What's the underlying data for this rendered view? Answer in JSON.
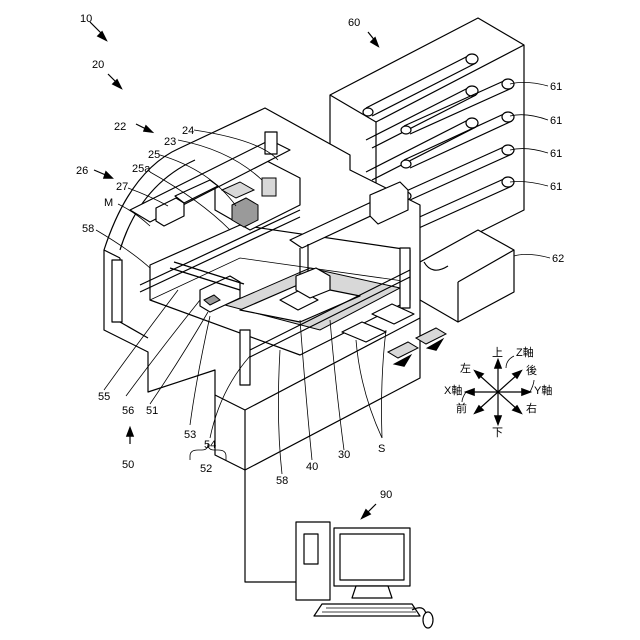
{
  "labels": {
    "system": "10",
    "apparatus": "20",
    "unit22": "22",
    "part23": "23",
    "part24": "24",
    "part25": "25",
    "part25a": "25a",
    "part26": "26",
    "part27": "27",
    "markM": "M",
    "part58a": "58",
    "part58b": "58",
    "part55": "55",
    "part56": "56",
    "part51": "51",
    "part53": "53",
    "part54": "54",
    "part52": "52",
    "part50": "50",
    "part40": "40",
    "part30": "30",
    "sheetS": "S",
    "stocker": "60",
    "rod1": "61",
    "rod2": "61",
    "rod3": "61",
    "rod4": "61",
    "part62": "62",
    "computer": "90"
  },
  "axes": {
    "up": "上",
    "down": "下",
    "left": "左",
    "right": "右",
    "front": "前",
    "back": "後",
    "z_axis": "Z軸",
    "x_axis": "X軸",
    "y_axis": "Y軸"
  }
}
